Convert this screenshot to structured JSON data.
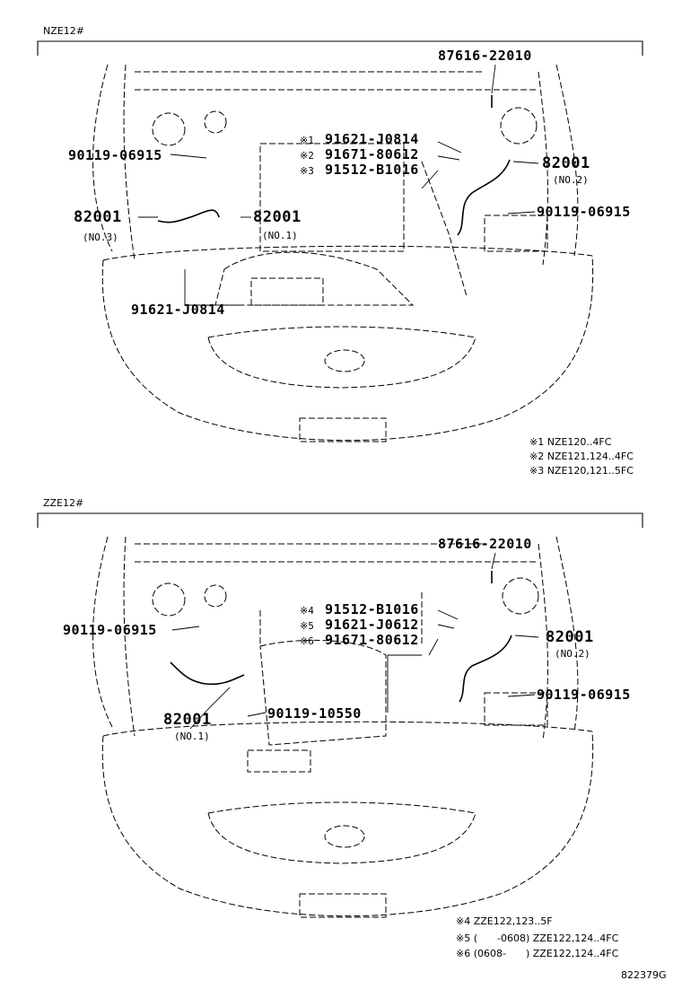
{
  "section1": {
    "title": "NZE12#",
    "parts": {
      "p87616": "87616-22010",
      "p90119_left": "90119-06915",
      "p82001_left": "82001",
      "no3": "(NO.3)",
      "p82001_center": "82001",
      "no1": "(NO.1)",
      "p91621_bottom": "91621-J0814",
      "n1_mark": "※1",
      "n1_part": "91621-J0814",
      "n2_mark": "※2",
      "n2_part": "91671-80612",
      "n3_mark": "※3",
      "n3_part": "91512-B1016",
      "p82001_right": "82001",
      "no2": "(NO.2)",
      "p90119_right": "90119-06915"
    },
    "notes": [
      "※1 NZE120..4FC",
      "※2 NZE121,124..4FC",
      "※3 NZE120,121..5FC"
    ]
  },
  "section2": {
    "title": "ZZE12#",
    "parts": {
      "p87616": "87616-22010",
      "p90119_left": "90119-06915",
      "p82001_left": "82001",
      "no1": "(NO.1)",
      "p90119_center": "90119-10550",
      "n4_mark": "※4",
      "n4_part": "91512-B1016",
      "n5_mark": "※5",
      "n5_part": "91621-J0612",
      "n6_mark": "※6",
      "n6_part": "91671-80612",
      "p82001_right": "82001",
      "no2": "(NO.2)",
      "p90119_right": "90119-06915"
    },
    "notes": [
      "※4 ZZE122,123..5F",
      "※5 (　　-0608) ZZE122,124..4FC",
      "※6 (0608-　　) ZZE122,124..4FC"
    ]
  },
  "figure_code": "822379G"
}
